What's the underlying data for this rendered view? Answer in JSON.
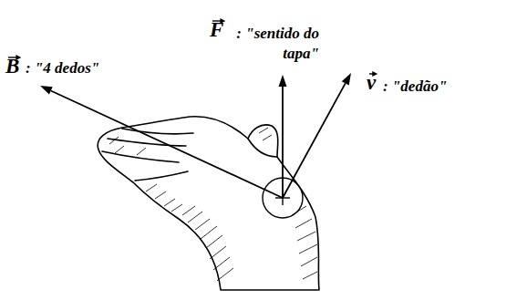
{
  "diagram": {
    "labels": [
      "B",
      ": \"4 dedos\"",
      "F",
      ": \"sentido do tapa\"",
      "v",
      ": \"dedão\""
    ]
  }
}
